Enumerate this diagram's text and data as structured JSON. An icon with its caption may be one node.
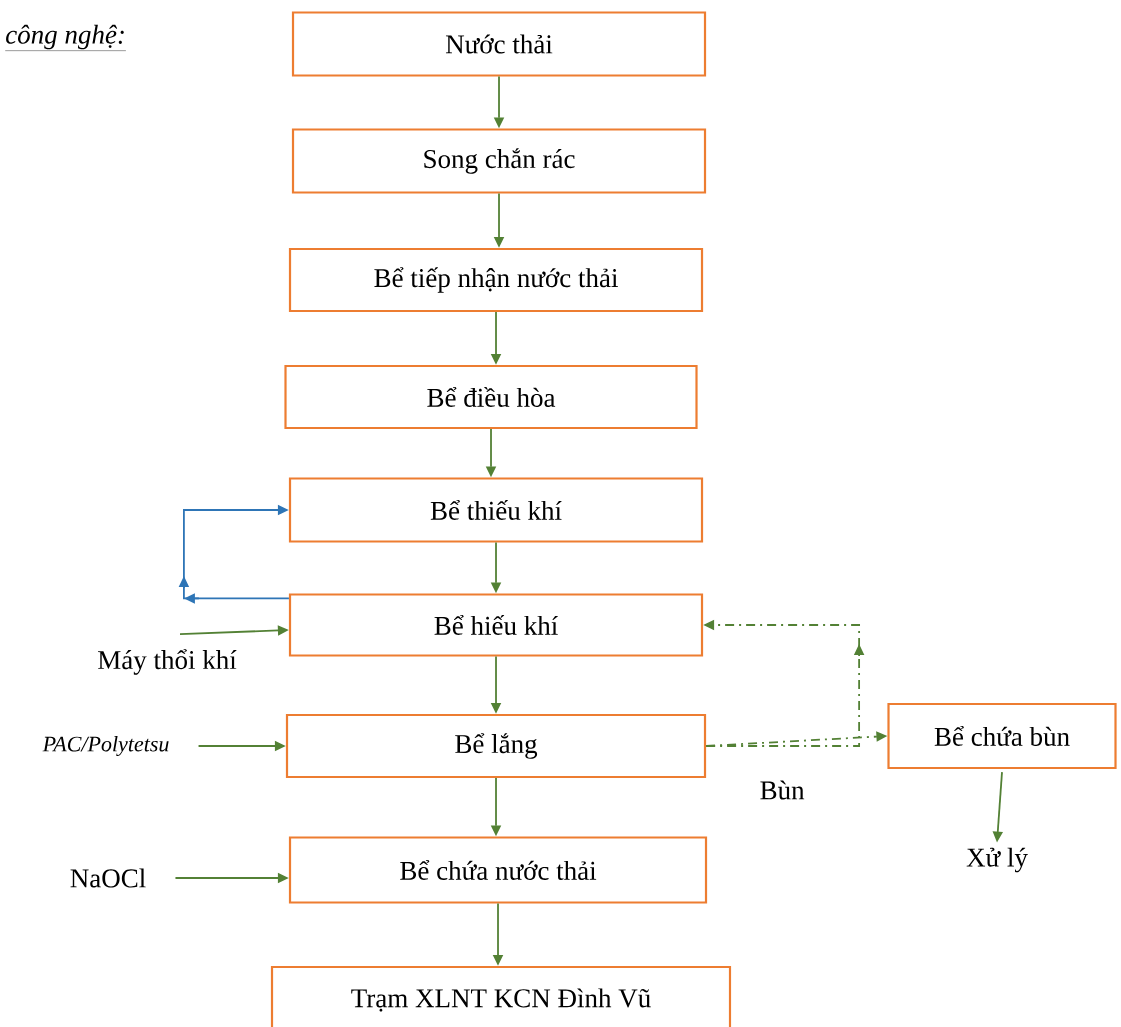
{
  "diagram": {
    "title": "công nghệ:",
    "nodes": [
      {
        "text": [
          "Nước thải"
        ]
      },
      {
        "text": [
          "Song chắn rác"
        ]
      },
      {
        "text": [
          "Bể tiếp nhận nước thải"
        ]
      },
      {
        "text": [
          "Bể điều hòa"
        ]
      },
      {
        "text": [
          "Bể thiếu khí"
        ]
      },
      {
        "text": [
          "Bể hiếu khí"
        ]
      },
      {
        "text": [
          "Bể lắng"
        ]
      },
      {
        "text": [
          "Bể chứa nước thải"
        ]
      },
      {
        "text": [
          "Trạm XLNT KCN Đình Vũ"
        ]
      },
      {
        "text": [
          "Bể chứa bùn"
        ]
      },
      {
        "text": [
          "Máy thổi khí"
        ]
      },
      {
        "text": [
          "PAC/Polytetsu"
        ]
      },
      {
        "text": [
          "NaOCl"
        ]
      },
      {
        "text": [
          "Xử lý"
        ]
      }
    ],
    "edges": [
      {
        "from": 0,
        "to": 1,
        "arrow": "to"
      },
      {
        "from": 1,
        "to": 2,
        "arrow": "to"
      },
      {
        "from": 2,
        "to": 3,
        "arrow": "to"
      },
      {
        "from": 3,
        "to": 4,
        "arrow": "to"
      },
      {
        "from": 4,
        "to": 5,
        "arrow": "to"
      },
      {
        "from": 5,
        "to": 4,
        "arrow": "to",
        "color": "#2e75b6"
      },
      {
        "from": 10,
        "to": 5,
        "arrow": "to"
      },
      {
        "from": 5,
        "to": 6,
        "arrow": "to"
      },
      {
        "from": 11,
        "to": 6,
        "arrow": "to"
      },
      {
        "from": 6,
        "to": 9,
        "arrow": "to",
        "style": "dashed",
        "label": "Bùn"
      },
      {
        "from": 6,
        "to": 5,
        "arrow": "to",
        "style": "dashed"
      },
      {
        "from": 6,
        "to": 7,
        "arrow": "to"
      },
      {
        "from": 12,
        "to": 7,
        "arrow": "to"
      },
      {
        "from": 7,
        "to": 8,
        "arrow": "to"
      },
      {
        "from": 9,
        "to": 13,
        "arrow": "to"
      }
    ]
  }
}
